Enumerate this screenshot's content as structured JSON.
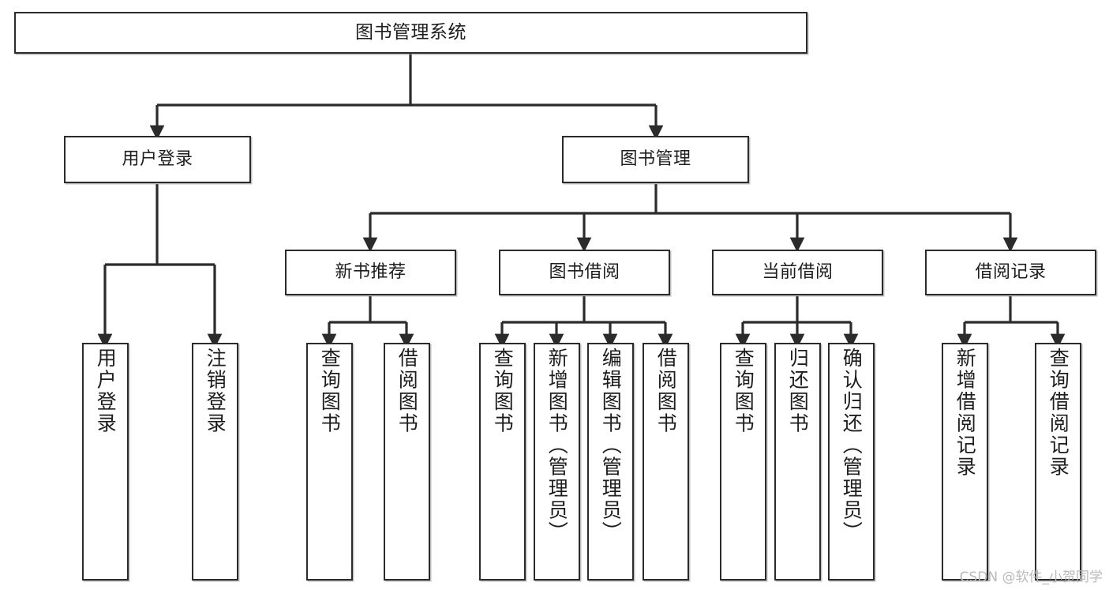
{
  "diagram": {
    "type": "tree-hierarchy-chart",
    "title": "图书管理系统",
    "line_color": "#2b2b2b",
    "box_fill": "#ffffff",
    "text_color": "#1d1d1d",
    "watermark": "CSDN @软件_小贺同学",
    "nodes": {
      "root": {
        "label": "图书管理系统"
      },
      "level1": [
        {
          "id": "user-login",
          "label": "用户登录"
        },
        {
          "id": "book-management",
          "label": "图书管理"
        }
      ],
      "level2": [
        {
          "id": "new-book-recommend",
          "label": "新书推荐"
        },
        {
          "id": "book-borrow",
          "label": "图书借阅"
        },
        {
          "id": "current-borrow",
          "label": "当前借阅"
        },
        {
          "id": "borrow-record",
          "label": "借阅记录"
        }
      ],
      "leaves": [
        {
          "id": "leaf-user-login",
          "label": "用户登录",
          "parent": "user-login"
        },
        {
          "id": "leaf-logout-login",
          "label": "注销登录",
          "parent": "user-login"
        },
        {
          "id": "leaf-query-book-1",
          "label": "查询图书",
          "parent": "new-book-recommend"
        },
        {
          "id": "leaf-borrow-book-1",
          "label": "借阅图书",
          "parent": "new-book-recommend"
        },
        {
          "id": "leaf-query-book-2",
          "label": "查询图书",
          "parent": "book-borrow"
        },
        {
          "id": "leaf-add-book",
          "label": "新增图书（管理员）",
          "parent": "book-borrow"
        },
        {
          "id": "leaf-edit-book",
          "label": "编辑图书（管理员）",
          "parent": "book-borrow"
        },
        {
          "id": "leaf-borrow-book-2",
          "label": "借阅图书",
          "parent": "book-borrow"
        },
        {
          "id": "leaf-query-book-3",
          "label": "查询图书",
          "parent": "current-borrow"
        },
        {
          "id": "leaf-return-book",
          "label": "归还图书",
          "parent": "current-borrow"
        },
        {
          "id": "leaf-confirm-return",
          "label": "确认归还（管理员）",
          "parent": "current-borrow"
        },
        {
          "id": "leaf-add-record",
          "label": "新增借阅记录",
          "parent": "borrow-record"
        },
        {
          "id": "leaf-query-record",
          "label": "查询借阅记录",
          "parent": "borrow-record"
        }
      ]
    }
  }
}
